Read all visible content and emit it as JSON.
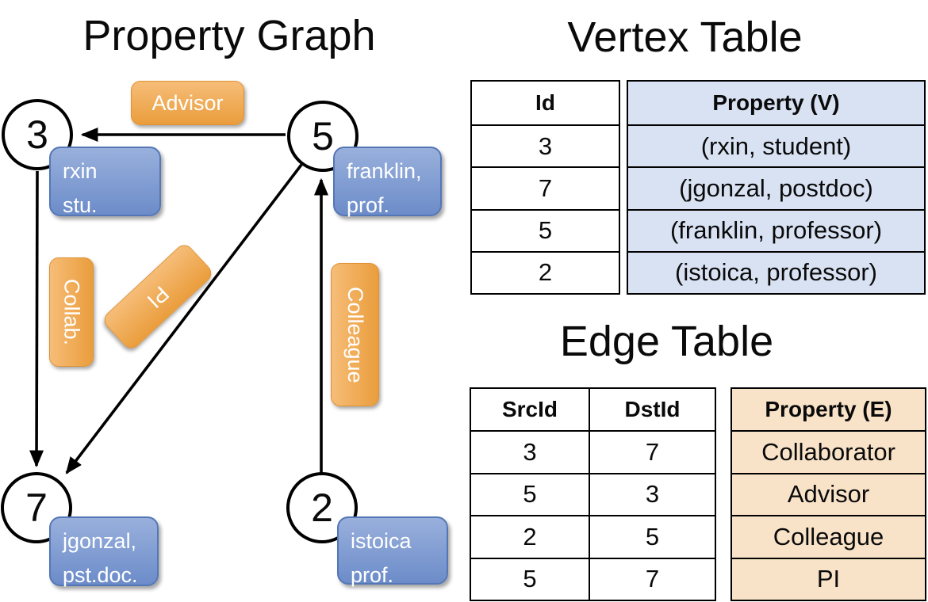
{
  "titles": {
    "graph": "Property Graph",
    "vertex_table": "Vertex Table",
    "edge_table": "Edge Table"
  },
  "graph": {
    "nodes": [
      {
        "id": "3",
        "label": "3"
      },
      {
        "id": "5",
        "label": "5"
      },
      {
        "id": "7",
        "label": "7"
      },
      {
        "id": "2",
        "label": "2"
      }
    ],
    "node_properties": [
      {
        "node": "3",
        "line1": "rxin",
        "line2": "stu."
      },
      {
        "node": "5",
        "line1": "franklin,",
        "line2": "prof."
      },
      {
        "node": "7",
        "line1": "jgonzal,",
        "line2": "pst.doc."
      },
      {
        "node": "2",
        "line1": "istoica",
        "line2": "prof."
      }
    ],
    "edge_labels": [
      {
        "label": "Advisor"
      },
      {
        "label": "Collab."
      },
      {
        "label": "PI"
      },
      {
        "label": "Colleague"
      }
    ]
  },
  "vertex_table": {
    "headers": {
      "id": "Id",
      "property": "Property (V)"
    },
    "rows": [
      {
        "id": "3",
        "property": "(rxin, student)"
      },
      {
        "id": "7",
        "property": "(jgonzal, postdoc)"
      },
      {
        "id": "5",
        "property": "(franklin, professor)"
      },
      {
        "id": "2",
        "property": "(istoica, professor)"
      }
    ]
  },
  "edge_table": {
    "headers": {
      "src": "SrcId",
      "dst": "DstId",
      "property": "Property (E)"
    },
    "rows": [
      {
        "src": "3",
        "dst": "7",
        "property": "Collaborator"
      },
      {
        "src": "5",
        "dst": "3",
        "property": "Advisor"
      },
      {
        "src": "2",
        "dst": "5",
        "property": "Colleague"
      },
      {
        "src": "5",
        "dst": "7",
        "property": "PI"
      }
    ]
  },
  "colors": {
    "edge_label_top": "#f6bd78",
    "edge_label_bottom": "#ea9d3c",
    "edge_label_border": "#e09232",
    "vertex_box_top": "#99b0dc",
    "vertex_box_bottom": "#6c8cc9",
    "vertex_box_border": "#5477b6",
    "vertex_col_fill": "#d9e2f3",
    "edge_col_fill": "#f9e3c8",
    "line": "#000000"
  }
}
